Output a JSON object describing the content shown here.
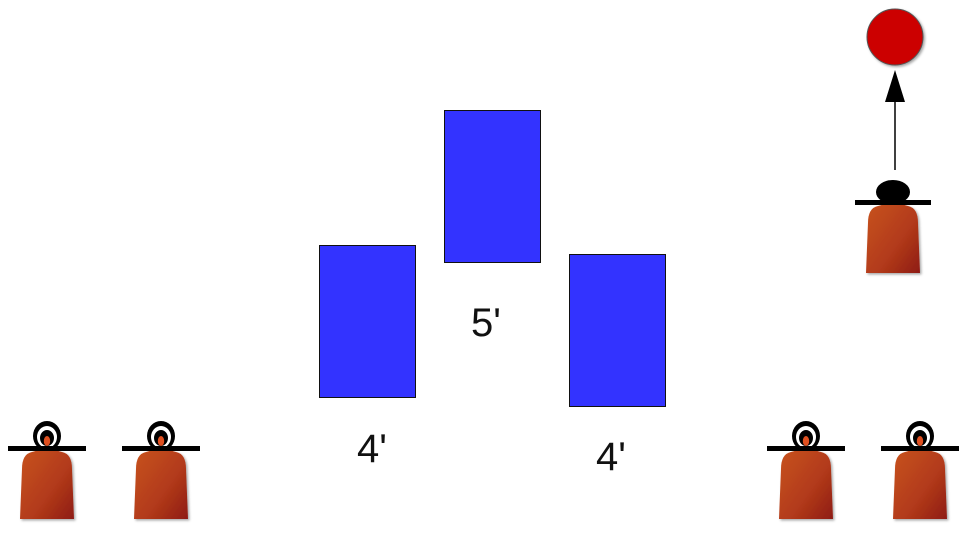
{
  "labels": {
    "left_gap": "4'",
    "center_gap": "5'",
    "right_gap": "4'"
  },
  "colors": {
    "blocker": "#3333ff",
    "player_body": "#b8401a",
    "ball": "#cc0000",
    "hat": "#000000"
  },
  "icons": {
    "player": "player-icon",
    "blocker": "blocker-rect",
    "ball": "ball-icon",
    "arrow": "arrow-up-icon"
  }
}
